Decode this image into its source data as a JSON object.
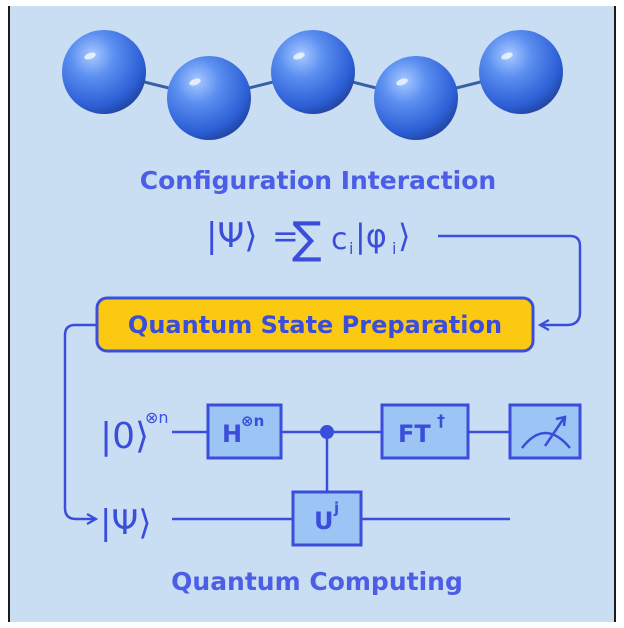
{
  "title_top": "Configuration Interaction",
  "equation": {
    "lhs": "|Ψ⟩",
    "equals": "=",
    "sum": "∑",
    "coef": "c",
    "coef_sub": "i",
    "ket": "|φ",
    "ket_sub": "i",
    "ket_close": "⟩"
  },
  "prep_box": "Quantum State Preparation",
  "circuit": {
    "qubit0_ket": "|0⟩",
    "qubit0_sup": "⊗n",
    "qubit1_ket": "|Ψ⟩",
    "gate_h": "H",
    "gate_h_sup": "⊗n",
    "gate_u": "U",
    "gate_u_sup": "j",
    "gate_ft": "FT",
    "gate_ft_sup": "†",
    "measure_icon": "meter-icon"
  },
  "title_bottom": "Quantum Computing",
  "colors": {
    "background": "#c9def3",
    "accent": "#3b4edb",
    "prep_fill": "#fcc912",
    "gate_fill": "#9cc4f5",
    "sphere": "#4d7fe8"
  }
}
